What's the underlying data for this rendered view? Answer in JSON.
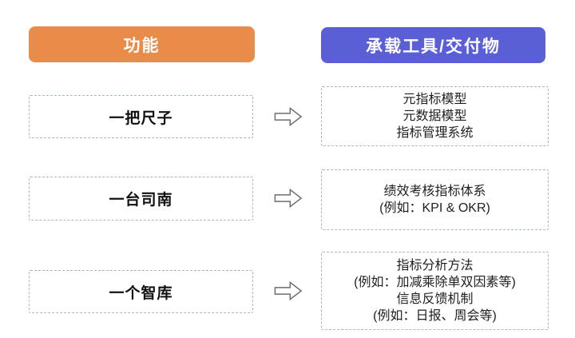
{
  "colors": {
    "function-header-bg": "#E98C49",
    "deliverables-header-bg": "#5A5FD5",
    "dashed-border": "#A9B6C8",
    "arrow-stroke": "#6E6E6E"
  },
  "headers": {
    "function": "功能",
    "deliverables": "承载工具/交付物"
  },
  "rows": [
    {
      "function": "一把尺子",
      "deliverables": [
        "元指标模型",
        "元数据模型",
        "指标管理系统"
      ]
    },
    {
      "function": "一台司南",
      "deliverables": [
        "绩效考核指标体系",
        "(例如：KPI & OKR)"
      ]
    },
    {
      "function": "一个智库",
      "deliverables": [
        "指标分析方法",
        "(例如：加减乘除单双因素等)",
        "信息反馈机制",
        "(例如：日报、周会等)"
      ]
    }
  ]
}
